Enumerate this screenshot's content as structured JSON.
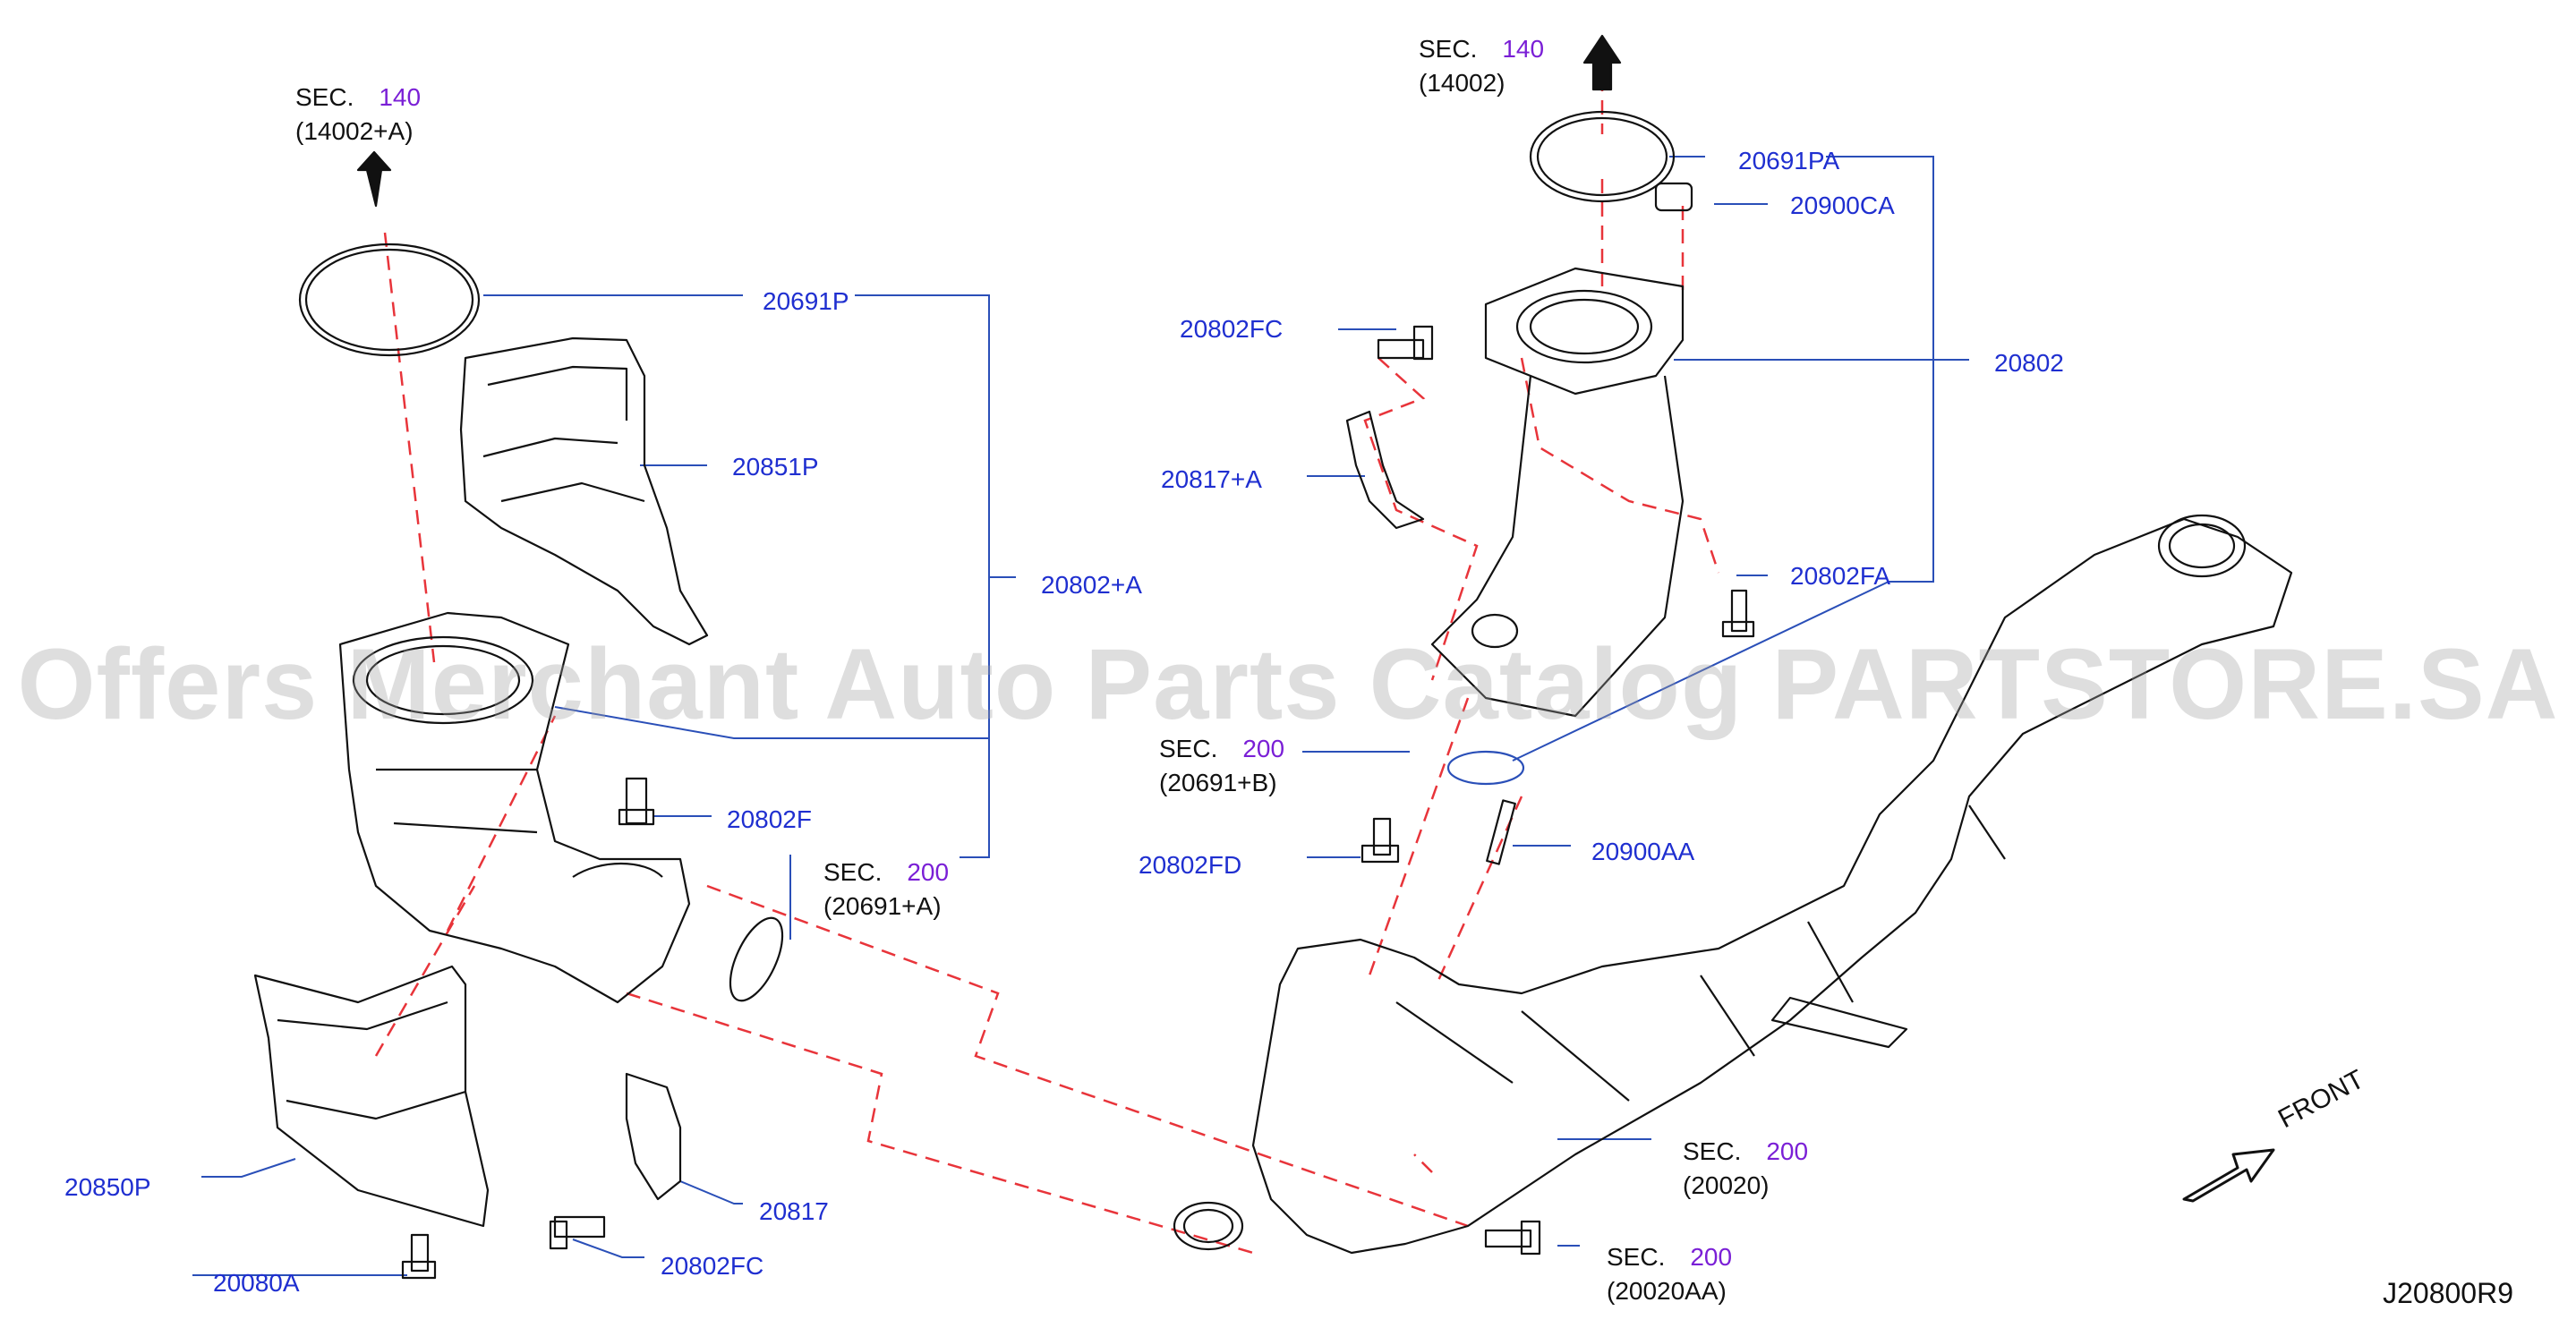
{
  "watermark": "Offers Merchant Auto Parts Catalog PARTSTORE.SA",
  "diagram_code": "J20800R9",
  "front_label": "FRONT",
  "section_refs": [
    {
      "id": "sec-140-left",
      "prefix": "SEC.",
      "number": "140",
      "ref": "(14002+A)"
    },
    {
      "id": "sec-140-right",
      "prefix": "SEC.",
      "number": "140",
      "ref": "(14002)"
    },
    {
      "id": "sec-200-a",
      "prefix": "SEC.",
      "number": "200",
      "ref": "(20691+A)"
    },
    {
      "id": "sec-200-b",
      "prefix": "SEC.",
      "number": "200",
      "ref": "(20691+B)"
    },
    {
      "id": "sec-200-c",
      "prefix": "SEC.",
      "number": "200",
      "ref": "(20020)"
    },
    {
      "id": "sec-200-d",
      "prefix": "SEC.",
      "number": "200",
      "ref": "(20020AA)"
    }
  ],
  "part_labels": [
    {
      "id": "20691P",
      "text": "20691P"
    },
    {
      "id": "20851P",
      "text": "20851P"
    },
    {
      "id": "20802A",
      "text": "20802+A"
    },
    {
      "id": "20802F",
      "text": "20802F"
    },
    {
      "id": "20850P",
      "text": "20850P"
    },
    {
      "id": "20080A",
      "text": "20080A"
    },
    {
      "id": "20817",
      "text": "20817"
    },
    {
      "id": "20802FC-bottom",
      "text": "20802FC"
    },
    {
      "id": "20691PA",
      "text": "20691PA"
    },
    {
      "id": "20900CA",
      "text": "20900CA"
    },
    {
      "id": "20802FC-top",
      "text": "20802FC"
    },
    {
      "id": "20802",
      "text": "20802"
    },
    {
      "id": "20817A",
      "text": "20817+A"
    },
    {
      "id": "20802FA",
      "text": "20802FA"
    },
    {
      "id": "20802FD",
      "text": "20802FD"
    },
    {
      "id": "20900AA",
      "text": "20900AA"
    }
  ],
  "colors": {
    "label_blue": "#1f2fd0",
    "section_purple": "#7a1fd6",
    "leader_blue": "#2a4fb8",
    "dash_red": "#e8343a",
    "line_black": "#111111"
  }
}
